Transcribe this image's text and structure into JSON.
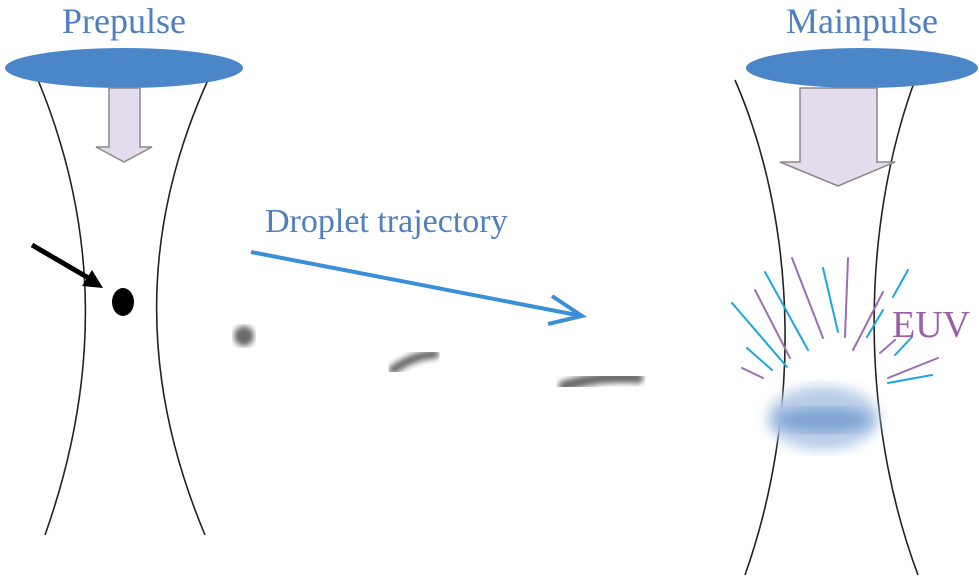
{
  "labels": {
    "prepulse": "Prepulse",
    "mainpulse": "Mainpulse",
    "trajectory": "Droplet trajectory",
    "euv": "EUV"
  },
  "colors": {
    "pulse_text": "#4f7fbf",
    "pulse_disk": "#4a86c8",
    "arrow_fill": "#e4dcec",
    "trajectory_arrow": "#3a8fd6",
    "euv_text": "#9a5fa8",
    "ray_blue": "#1aa7dd",
    "ray_purple": "#9b6fb0",
    "droplet": "#6a6a6a"
  }
}
